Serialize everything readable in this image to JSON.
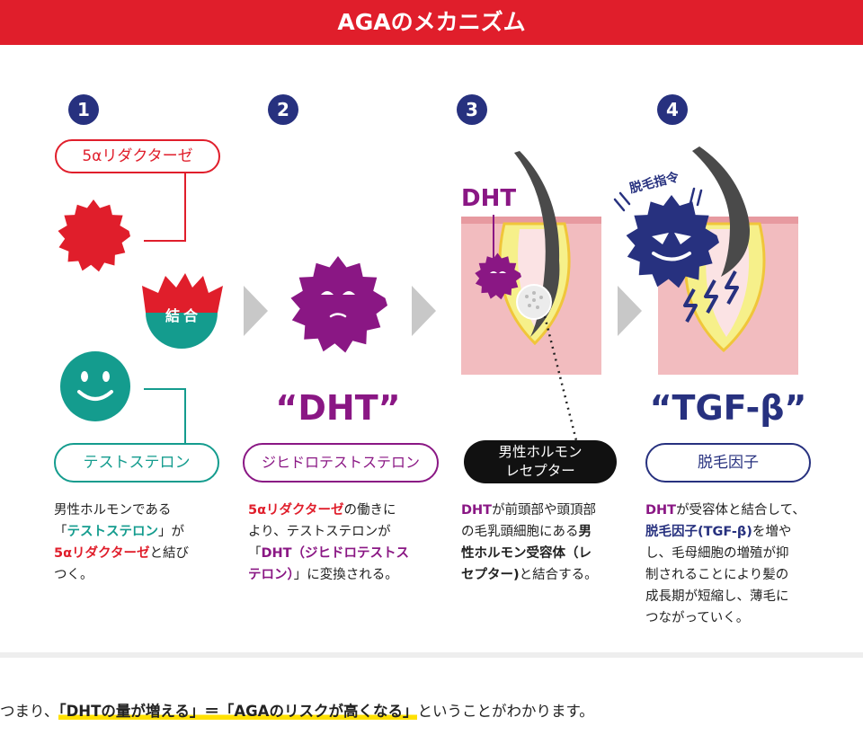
{
  "title": "AGAのメカニズム",
  "steps": [
    {
      "num": "1",
      "enzyme_label": "5αリダクターゼ",
      "bond_label": "結合",
      "hormone_label": "テストステロン",
      "desc": {
        "l1": "男性ホルモンである",
        "l2_pre": "「",
        "l2_hl": "テストステロン",
        "l2_post": "」が",
        "l3_hl": "5αリダクターゼ",
        "l3_post": "と結び",
        "l4": "つく。"
      }
    },
    {
      "num": "2",
      "big_label": "“DHT”",
      "pill_label": "ジヒドロテストステロン",
      "desc": {
        "l1_hl": "5αリダクターゼ",
        "l1_post": "の働きに",
        "l2": "より、テストステロンが",
        "l3_pre": "「",
        "l3_hl": "DHT（ジヒドロテストス",
        "l4_hl": "テロン）",
        "l4_post": "」に変換される。"
      }
    },
    {
      "num": "3",
      "dht_label": "DHT",
      "pill_label_1": "男性ホルモン",
      "pill_label_2": "レセプター",
      "desc": {
        "l1_hl": "DHT",
        "l1_post": "が前頭部や頭頂部",
        "l2_pre": "の毛乳頭細胞にある",
        "l2_b": "男",
        "l3_b": "性ホルモン受容体（レ",
        "l4_b": "セプター)",
        "l4_post": "と結合する。"
      }
    },
    {
      "num": "4",
      "signal_label": "脱毛指令",
      "big_label": "“TGF-β”",
      "pill_label": "脱毛因子",
      "desc": {
        "l1_hl": "DHT",
        "l1_post": "が受容体と結合して、",
        "l2_hl": "脱毛因子(TGF-β)",
        "l2_post": "を増や",
        "l3": "し、毛母細胞の増殖が抑",
        "l4": "制されることにより髪の",
        "l5": "成長期が短縮し、薄毛に",
        "l6": "つながっていく。"
      }
    }
  ],
  "footer": {
    "pre": "つまり、",
    "hl": "「DHTの量が増える」＝「AGAのリスクが高くなる」",
    "post": "ということがわかります。"
  },
  "colors": {
    "red": "#e01e2b",
    "teal": "#149c8e",
    "purple": "#8a1784",
    "navy": "#27317f",
    "skin": "#f2bcbf",
    "yellow": "#ffe000"
  }
}
